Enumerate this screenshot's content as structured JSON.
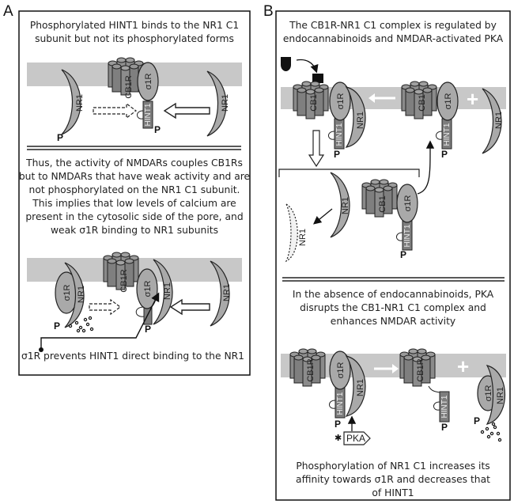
{
  "panel_a": {
    "label": "A",
    "title_lines": [
      "Phosphorylated HINT1 binds to the NR1 C1",
      "subunit but not its phosphorylated forms"
    ],
    "middle_lines": [
      "Thus, the activity of NMDARs couples CB1Rs",
      "but to NMDARs that have weak activity and are",
      "not phosphorylated on the NR1 C1 subunit.",
      "This implies that low levels of calcium are",
      "present in the cytosolic side of the pore, and",
      "weak σ1R binding to NR1 subunits"
    ],
    "footer": "σ1R prevents HINT1 direct binding to the NR1"
  },
  "panel_b": {
    "label": "B",
    "title_lines": [
      "The CB1R-NR1 C1 complex is regulated by",
      "endocannabinoids and NMDAR-activated PKA"
    ],
    "middle_lines": [
      "In the absence of endocannabinoids, PKA",
      "disrupts the CB1-NR1 C1 complex and",
      "enhances NMDAR activity"
    ],
    "footer_lines": [
      "Phosphorylation of NR1 C1 increases its",
      "affinity towards σ1R and decreases that",
      "of HINT1"
    ]
  },
  "labels": {
    "nr1": "NR1",
    "sigma1r": "σ1R",
    "cb1r": "CB1R",
    "cb1": "CB1",
    "hint1": "HINT1",
    "phospho": "P",
    "pka": "PKA",
    "plus": "+"
  },
  "colors": {
    "membrane": "#c8c8c8",
    "protein": "#a9a9a9",
    "protein_dark": "#7d7d7d",
    "outline": "#1a1a1a"
  }
}
